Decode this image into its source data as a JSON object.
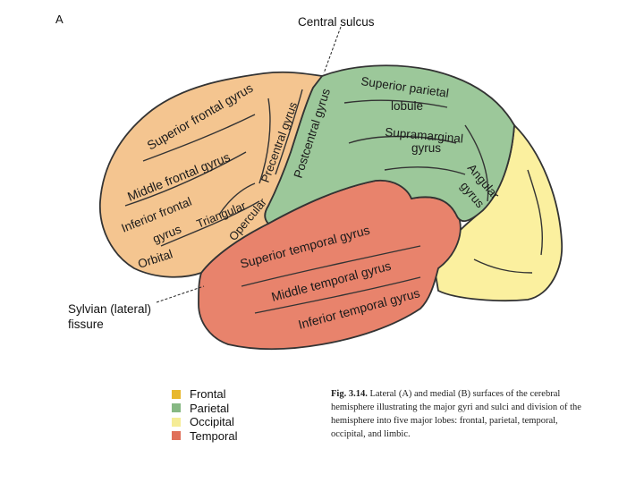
{
  "figure": {
    "panel_letter": "A",
    "callouts": {
      "central_sulcus": "Central sulcus",
      "sylvian_line1": "Sylvian (lateral)",
      "sylvian_line2": "fissure"
    },
    "gyri": {
      "superior_frontal": "Superior frontal gyrus",
      "middle_frontal": "Middle frontal gyrus",
      "inferior_frontal_1": "Inferior frontal",
      "inferior_frontal_2": "gyrus",
      "triangular": "Triangular",
      "opercular": "Opercular",
      "orbital": "Orbital",
      "precentral": "Precentral gyrus",
      "postcentral": "Postcentral gyrus",
      "superior_parietal_1": "Superior parietal",
      "superior_parietal_2": "lobule",
      "supramarginal_1": "Supramarginal",
      "supramarginal_2": "gyrus",
      "angular_1": "Angular",
      "angular_2": "gyrus",
      "superior_temporal": "Superior temporal gyrus",
      "middle_temporal": "Middle temporal gyrus",
      "inferior_temporal": "Inferior temporal gyrus"
    },
    "lobe_colors": {
      "frontal": "#f4c590",
      "parietal": "#9cc89a",
      "occipital": "#fbf09f",
      "temporal": "#e8836c"
    }
  },
  "legend": {
    "items": [
      {
        "label": "Frontal",
        "color": "#e8b82e"
      },
      {
        "label": "Parietal",
        "color": "#86b883"
      },
      {
        "label": "Occipital",
        "color": "#f5ec96"
      },
      {
        "label": "Temporal",
        "color": "#e0705a"
      }
    ]
  },
  "caption": {
    "lead": "Fig. 3.14.",
    "body": " Lateral (A) and medial (B) surfaces of the cerebral hemisphere illustrating the major gyri and sulci and division of the hemisphere into five major lobes: frontal, parietal, temporal, occipital, and limbic."
  }
}
